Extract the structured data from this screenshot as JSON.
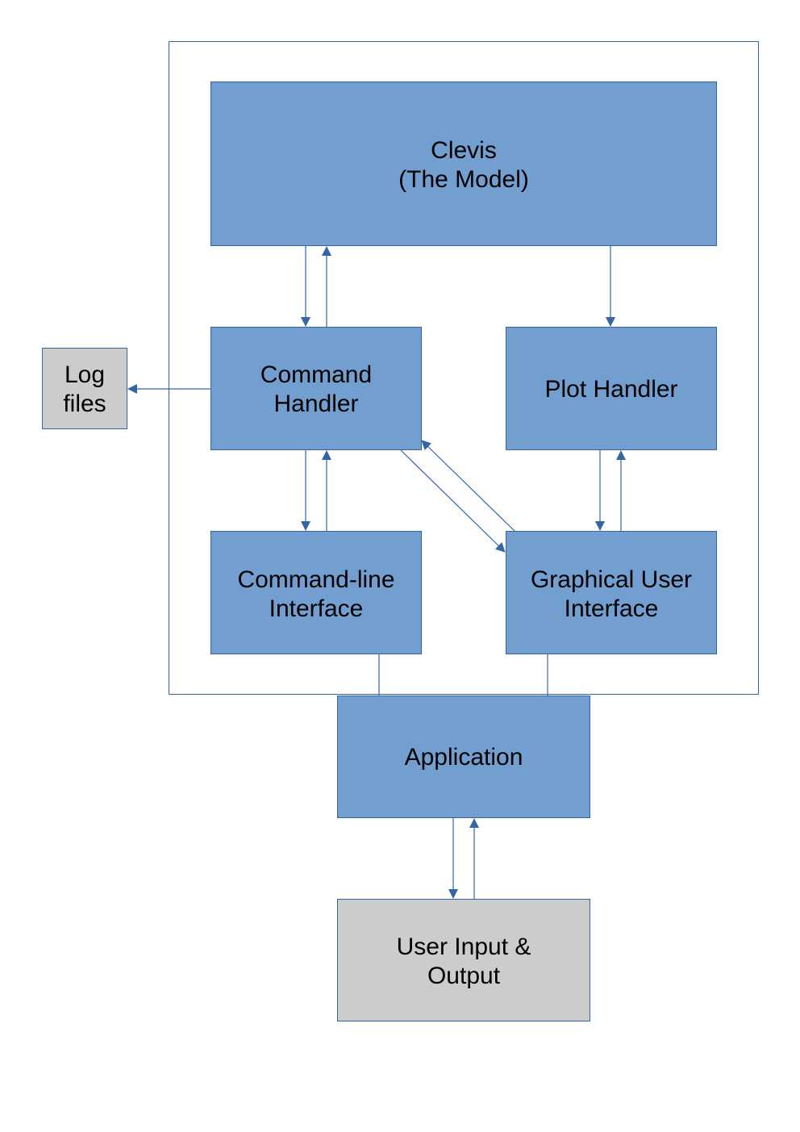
{
  "colors": {
    "box_fill": "#729fcf",
    "box_stroke": "#3465a4",
    "external_fill": "#cccccc",
    "external_stroke": "#3465a4",
    "line": "#3465a4",
    "container_stroke": "#3465a4"
  },
  "nodes": {
    "clevis": {
      "line1": "Clevis",
      "line2": "(The Model)"
    },
    "command_handler": {
      "line1": "Command",
      "line2": "Handler"
    },
    "plot_handler": {
      "line1": "Plot Handler"
    },
    "cli": {
      "line1": "Command-line",
      "line2": "Interface"
    },
    "gui": {
      "line1": "Graphical User",
      "line2": "Interface"
    },
    "application": {
      "line1": "Application"
    },
    "log_files": {
      "line1": "Log",
      "line2": "files"
    },
    "user_io": {
      "line1": "User Input &",
      "line2": "Output"
    }
  }
}
